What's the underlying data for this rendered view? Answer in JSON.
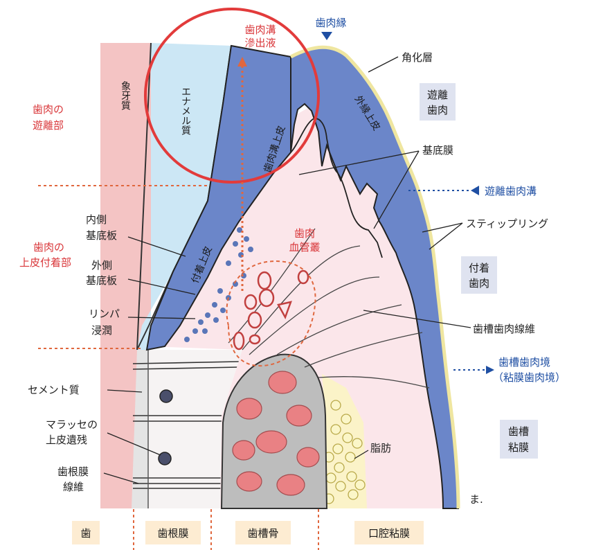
{
  "colors": {
    "tooth_pink": "#f4c4c4",
    "enamel_blue": "#cce7f5",
    "epithelium_blue": "#6b86c9",
    "tissue_pink": "#fbe6ea",
    "bone_gray": "#bdbdbd",
    "bone_cavity": "#e98184",
    "fat_yellow": "#fbf6c8",
    "keratin_yellow": "#efe6a0",
    "highlight_red": "#e23b3b",
    "label_red": "#d9373a",
    "label_blue": "#1f4fa3",
    "box_fill": "#dfe3f0",
    "lymph_dot": "#5a76b8"
  },
  "labels": {
    "sulcus_fluid_line1": "歯肉溝",
    "sulcus_fluid_line2": "滲出液",
    "gingival_margin": "歯肉縁",
    "keratinized_layer": "角化層",
    "free_gingiva_region_line1": "歯肉の",
    "free_gingiva_region_line2": "遊離部",
    "dentin": "象牙質",
    "enamel": "エナメル質",
    "sulcular_epithelium": "歯肉溝上皮",
    "outer_epithelium": "外縁上皮",
    "basement_membrane": "基底膜",
    "free_gingival_groove": "遊離歯肉溝",
    "stippling": "スティップリング",
    "inner_basal_lamina_line1": "内側",
    "inner_basal_lamina_line2": "基底板",
    "outer_basal_lamina_line1": "外側",
    "outer_basal_lamina_line2": "基底板",
    "attachment_region_line1": "歯肉の",
    "attachment_region_line2": "上皮付着部",
    "junctional_epithelium": "付着上皮",
    "vascular_plexus_line1": "歯肉",
    "vascular_plexus_line2": "血管叢",
    "lymph_infiltration_line1": "リンパ",
    "lymph_infiltration_line2": "浸潤",
    "dentogingival_fibers": "歯槽歯肉線維",
    "mucogingival_junction_line1": "歯槽歯肉境",
    "mucogingival_junction_line2": "（粘膜歯肉境）",
    "cementum": "セメント質",
    "malassez_line1": "マラッセの",
    "malassez_line2": "上皮遺残",
    "pdl_fibers_line1": "歯根膜",
    "pdl_fibers_line2": "線維",
    "fat": "脂肪",
    "signature": "ま."
  },
  "side_boxes": {
    "free_gingiva_line1": "遊離",
    "free_gingiva_line2": "歯肉",
    "attached_gingiva_line1": "付着",
    "attached_gingiva_line2": "歯肉",
    "alveolar_mucosa_line1": "歯槽",
    "alveolar_mucosa_line2": "粘膜"
  },
  "bottom_boxes": {
    "tooth": "歯",
    "periodontal_ligament": "歯根膜",
    "alveolar_bone": "歯槽骨",
    "oral_mucosa": "口腔粘膜"
  }
}
